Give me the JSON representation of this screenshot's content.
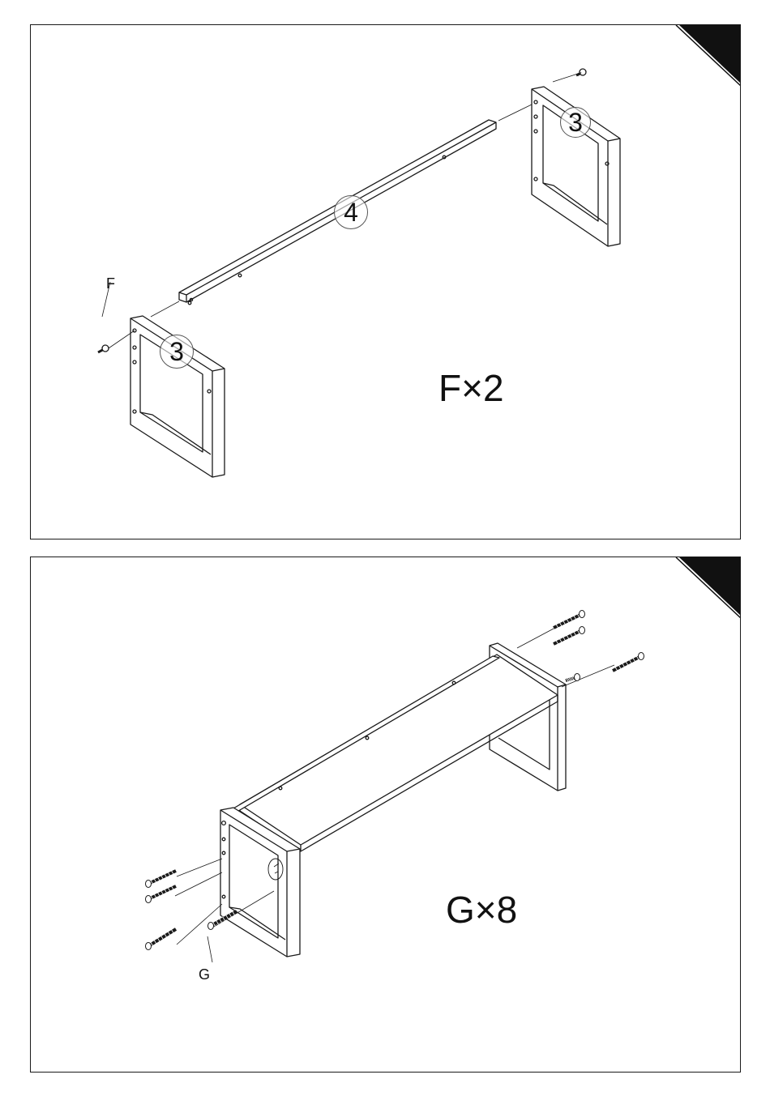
{
  "step1": {
    "callouts": [
      "3",
      "4",
      "3"
    ],
    "hardware_label": "F",
    "quantity": "F×2"
  },
  "step2": {
    "hardware_label": "G",
    "quantity": "G×8"
  }
}
